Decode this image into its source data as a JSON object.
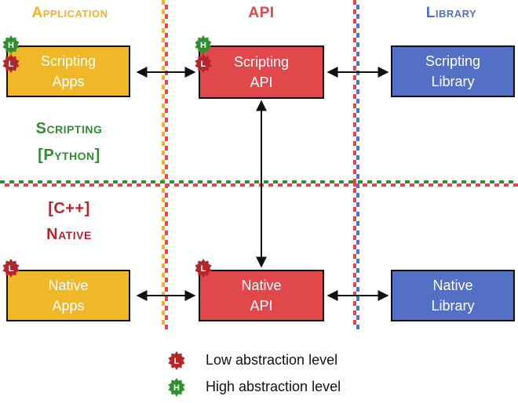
{
  "columns": {
    "application": {
      "title": "Application",
      "color": "#f5b324"
    },
    "api": {
      "title": "API",
      "color": "#e0484b"
    },
    "library": {
      "title": "Library",
      "color": "#5470c4"
    }
  },
  "rows": {
    "scripting": {
      "title": "Scripting",
      "sub": "[Python]",
      "color": "#2f8f2f"
    },
    "native": {
      "title": "Native",
      "sub": "[C++]",
      "color": "#b3262b"
    }
  },
  "boxes": {
    "scripting_apps": {
      "line1": "Scripting",
      "line2": "Apps"
    },
    "scripting_api": {
      "line1": "Scripting",
      "line2": "API"
    },
    "scripting_library": {
      "line1": "Scripting",
      "line2": "Library"
    },
    "native_apps": {
      "line1": "Native",
      "line2": "Apps"
    },
    "native_api": {
      "line1": "Native",
      "line2": "API"
    },
    "native_library": {
      "line1": "Native",
      "line2": "Library"
    }
  },
  "badges": {
    "low": "L",
    "high": "H",
    "low_color": "#b3262b",
    "high_color": "#2f8f2f"
  },
  "legend": {
    "low": "Low abstraction level",
    "high": "High abstraction level"
  }
}
